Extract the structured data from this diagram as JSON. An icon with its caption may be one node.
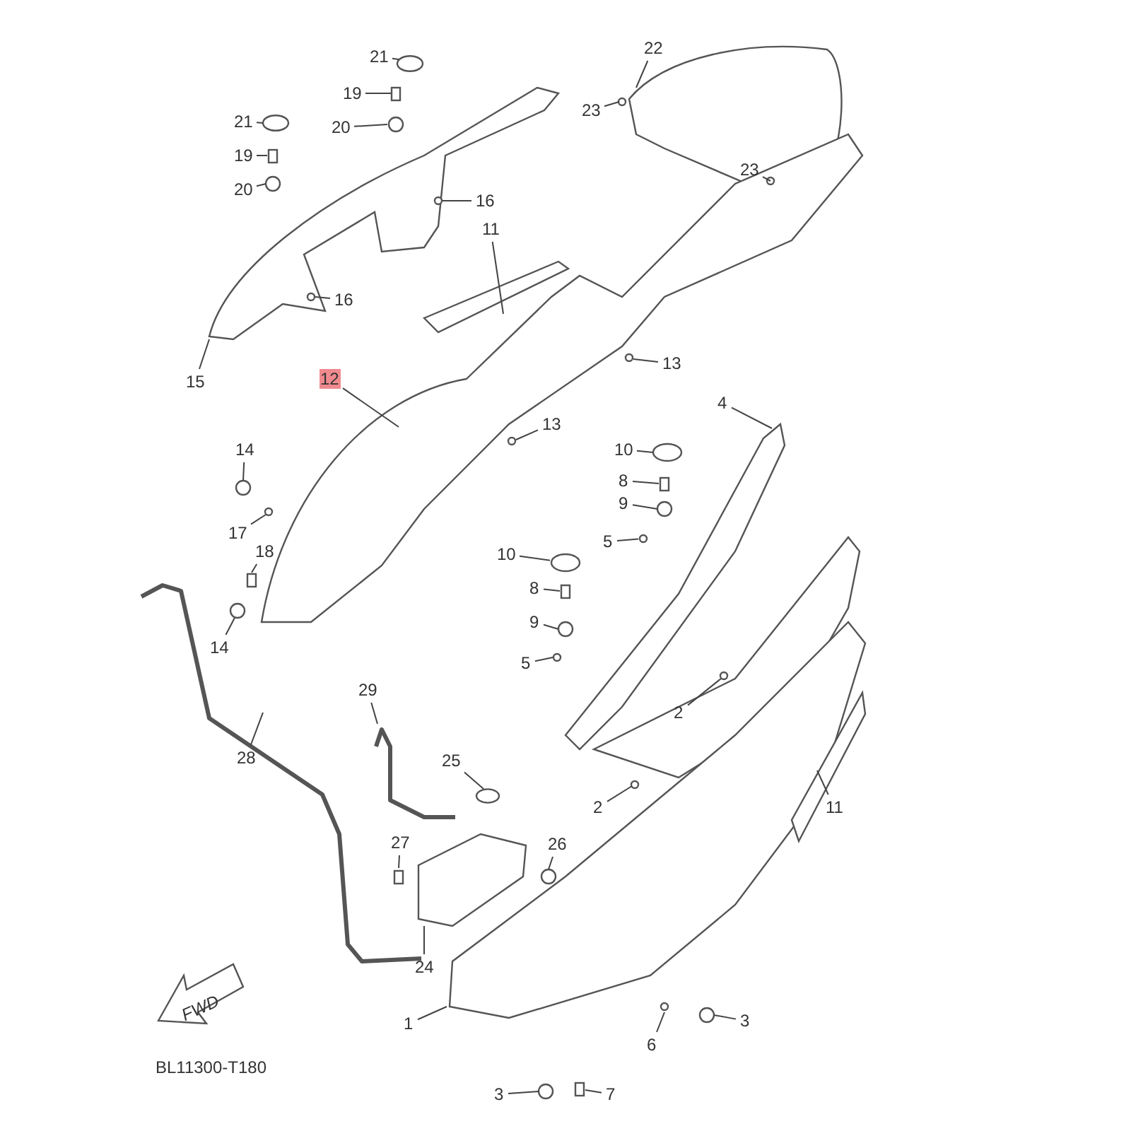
{
  "diagram": {
    "nodes": [
      {
        "text": [
          "21"
        ]
      },
      {
        "text": [
          "22"
        ]
      },
      {
        "text": [
          "19"
        ]
      },
      {
        "text": [
          "23"
        ]
      },
      {
        "text": [
          "21"
        ]
      },
      {
        "text": [
          "20"
        ]
      },
      {
        "text": [
          "19"
        ]
      },
      {
        "text": [
          "20"
        ]
      },
      {
        "text": [
          "23"
        ]
      },
      {
        "text": [
          "16"
        ]
      },
      {
        "text": [
          "11"
        ]
      },
      {
        "text": [
          "16"
        ]
      },
      {
        "text": [
          "13"
        ]
      },
      {
        "text": [
          "12"
        ]
      },
      {
        "text": [
          "15"
        ]
      },
      {
        "text": [
          "4"
        ]
      },
      {
        "text": [
          "13"
        ]
      },
      {
        "text": [
          "14"
        ]
      },
      {
        "text": [
          "10"
        ]
      },
      {
        "text": [
          "8"
        ]
      },
      {
        "text": [
          "9"
        ]
      },
      {
        "text": [
          "17"
        ]
      },
      {
        "text": [
          "5"
        ]
      },
      {
        "text": [
          "18"
        ]
      },
      {
        "text": [
          "10"
        ]
      },
      {
        "text": [
          "8"
        ]
      },
      {
        "text": [
          "9"
        ]
      },
      {
        "text": [
          "14"
        ]
      },
      {
        "text": [
          "5"
        ]
      },
      {
        "text": [
          "29"
        ]
      },
      {
        "text": [
          "2"
        ]
      },
      {
        "text": [
          "28"
        ]
      },
      {
        "text": [
          "25"
        ]
      },
      {
        "text": [
          "2"
        ]
      },
      {
        "text": [
          "11"
        ]
      },
      {
        "text": [
          "27"
        ]
      },
      {
        "text": [
          "26"
        ]
      },
      {
        "text": [
          "24"
        ]
      },
      {
        "text": [
          "1"
        ]
      },
      {
        "text": [
          "3"
        ]
      },
      {
        "text": [
          "6"
        ]
      },
      {
        "text": [
          "3"
        ]
      },
      {
        "text": [
          "7"
        ]
      },
      {
        "text": [],
        "shape": "bolt"
      },
      {
        "text": [],
        "shape": "screw"
      },
      {
        "text": [],
        "shape": "cap"
      }
    ],
    "edges": [
      {
        "from": 0,
        "to": null,
        "arrow": "none"
      },
      {
        "from": 1,
        "to": null,
        "arrow": "none"
      },
      {
        "from": 2,
        "to": 43,
        "arrow": "none"
      },
      {
        "from": 3,
        "to": null,
        "arrow": "none"
      },
      {
        "from": 4,
        "to": null,
        "arrow": "none"
      },
      {
        "from": 5,
        "to": null,
        "arrow": "none"
      },
      {
        "from": 6,
        "to": null,
        "arrow": "none"
      },
      {
        "from": 7,
        "to": null,
        "arrow": "none"
      },
      {
        "from": 8,
        "to": null,
        "arrow": "none"
      },
      {
        "from": 9,
        "to": null,
        "arrow": "none"
      },
      {
        "from": 10,
        "to": null,
        "arrow": "none"
      },
      {
        "from": 11,
        "to": null,
        "arrow": "none"
      },
      {
        "from": 12,
        "to": null,
        "arrow": "none"
      },
      {
        "from": 13,
        "to": null,
        "arrow": "none"
      },
      {
        "from": 14,
        "to": null,
        "arrow": "none"
      },
      {
        "from": 15,
        "to": null,
        "arrow": "none"
      },
      {
        "from": 16,
        "to": null,
        "arrow": "none"
      },
      {
        "from": 17,
        "to": null,
        "arrow": "none"
      },
      {
        "from": 18,
        "to": null,
        "arrow": "none"
      },
      {
        "from": 19,
        "to": null,
        "arrow": "none"
      },
      {
        "from": 20,
        "to": null,
        "arrow": "none"
      },
      {
        "from": 21,
        "to": null,
        "arrow": "none"
      },
      {
        "from": 22,
        "to": 44,
        "arrow": "none"
      },
      {
        "from": 23,
        "to": null,
        "arrow": "none"
      },
      {
        "from": 24,
        "to": 45,
        "arrow": "none"
      },
      {
        "from": 25,
        "to": null,
        "arrow": "none"
      },
      {
        "from": 26,
        "to": null,
        "arrow": "none"
      },
      {
        "from": 27,
        "to": null,
        "arrow": "none"
      },
      {
        "from": 28,
        "to": null,
        "arrow": "none"
      },
      {
        "from": 29,
        "to": null,
        "arrow": "none"
      },
      {
        "from": 30,
        "to": null,
        "arrow": "none"
      },
      {
        "from": 31,
        "to": null,
        "arrow": "none"
      },
      {
        "from": 32,
        "to": null,
        "arrow": "none"
      },
      {
        "from": 33,
        "to": null,
        "arrow": "none"
      },
      {
        "from": 34,
        "to": null,
        "arrow": "none"
      },
      {
        "from": 35,
        "to": null,
        "arrow": "none"
      },
      {
        "from": 36,
        "to": null,
        "arrow": "none"
      },
      {
        "from": 37,
        "to": null,
        "arrow": "none"
      },
      {
        "from": 38,
        "to": null,
        "arrow": "none"
      },
      {
        "from": 39,
        "to": null,
        "arrow": "none"
      },
      {
        "from": 40,
        "to": null,
        "arrow": "none"
      },
      {
        "from": 41,
        "to": null,
        "arrow": "none"
      },
      {
        "from": 42,
        "to": null,
        "arrow": "none"
      }
    ],
    "labels": [
      "FWD",
      "BL11300-T180"
    ]
  }
}
